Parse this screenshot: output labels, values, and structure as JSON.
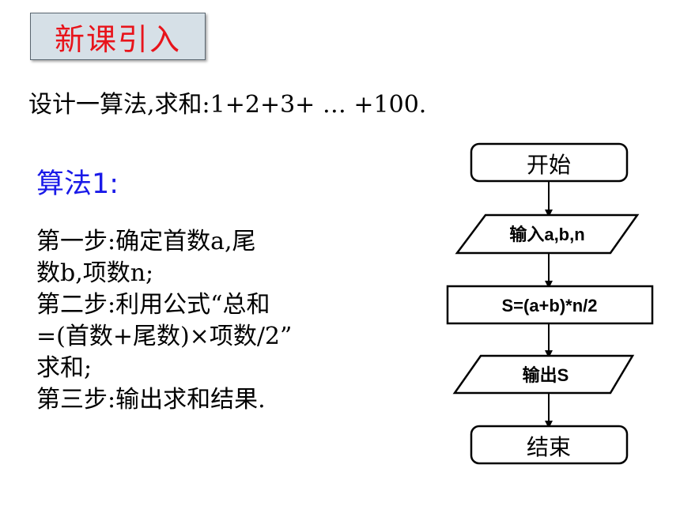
{
  "title": "新课引入",
  "problem": "设计一算法,求和:1+2+3+ … +100.",
  "algorithm": {
    "heading": "算法1:",
    "lines": [
      "第一步:确定首数a,尾",
      "数b,项数n;",
      "第二步:利用公式“总和",
      "=(首数+尾数)×项数/2”",
      "求和;",
      "第三步:输出求和结果."
    ]
  },
  "flowchart": {
    "start": "开始",
    "input": "输入a,b,n",
    "process": "S=(a+b)*n/2",
    "output": "输出S",
    "end": "结束"
  },
  "colors": {
    "title": "#e8141b",
    "heading": "#1a1ae8",
    "title_box_bg": "#d6e0e7"
  }
}
